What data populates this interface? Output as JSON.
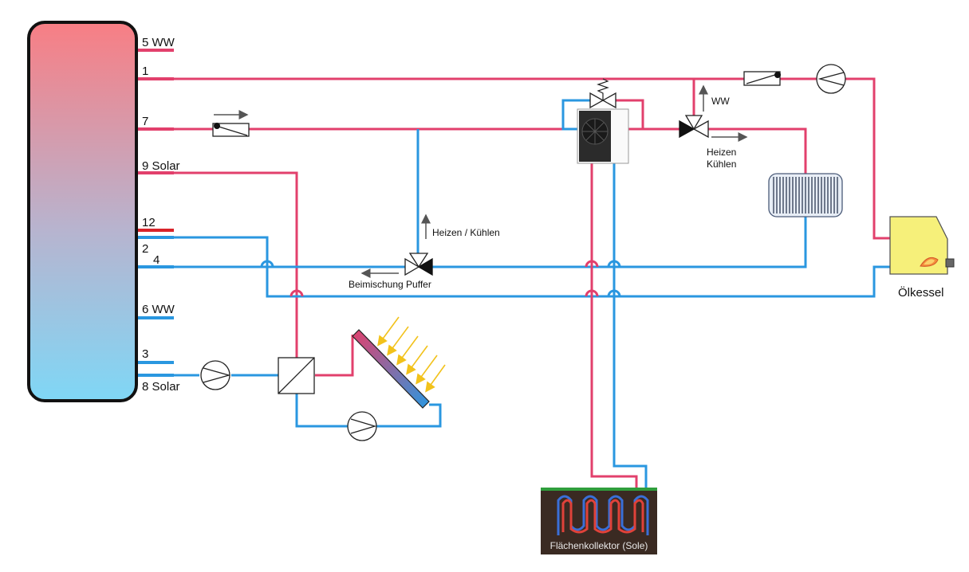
{
  "colors": {
    "hot": "#e2406c",
    "cold": "#2a97e0",
    "boiler": "#f6f07a",
    "ground": "#3a2a22"
  },
  "tank_ports": {
    "p5": "5 WW",
    "p1": "1",
    "p7": "7",
    "p9": "9 Solar",
    "p12": "12",
    "p2": "2",
    "p4": "4",
    "p6": "6 WW",
    "p3": "3",
    "p8": "8 Solar"
  },
  "labels": {
    "ww": "WW",
    "heizen": "Heizen",
    "kuehlen": "Kühlen",
    "heizen_kuehlen": "Heizen / Kühlen",
    "beimischung": "Beimischung Puffer",
    "oelkessel": "Ölkessel",
    "collector": "Flächenkollektor (Sole)"
  },
  "icons": [
    "pump-icon",
    "check-valve-icon",
    "three-way-valve-icon",
    "heat-exchanger-icon",
    "solar-panel-icon",
    "heat-pump-icon",
    "radiator-icon",
    "oil-boiler-icon",
    "ground-collector-icon",
    "overflow-valve-icon"
  ]
}
